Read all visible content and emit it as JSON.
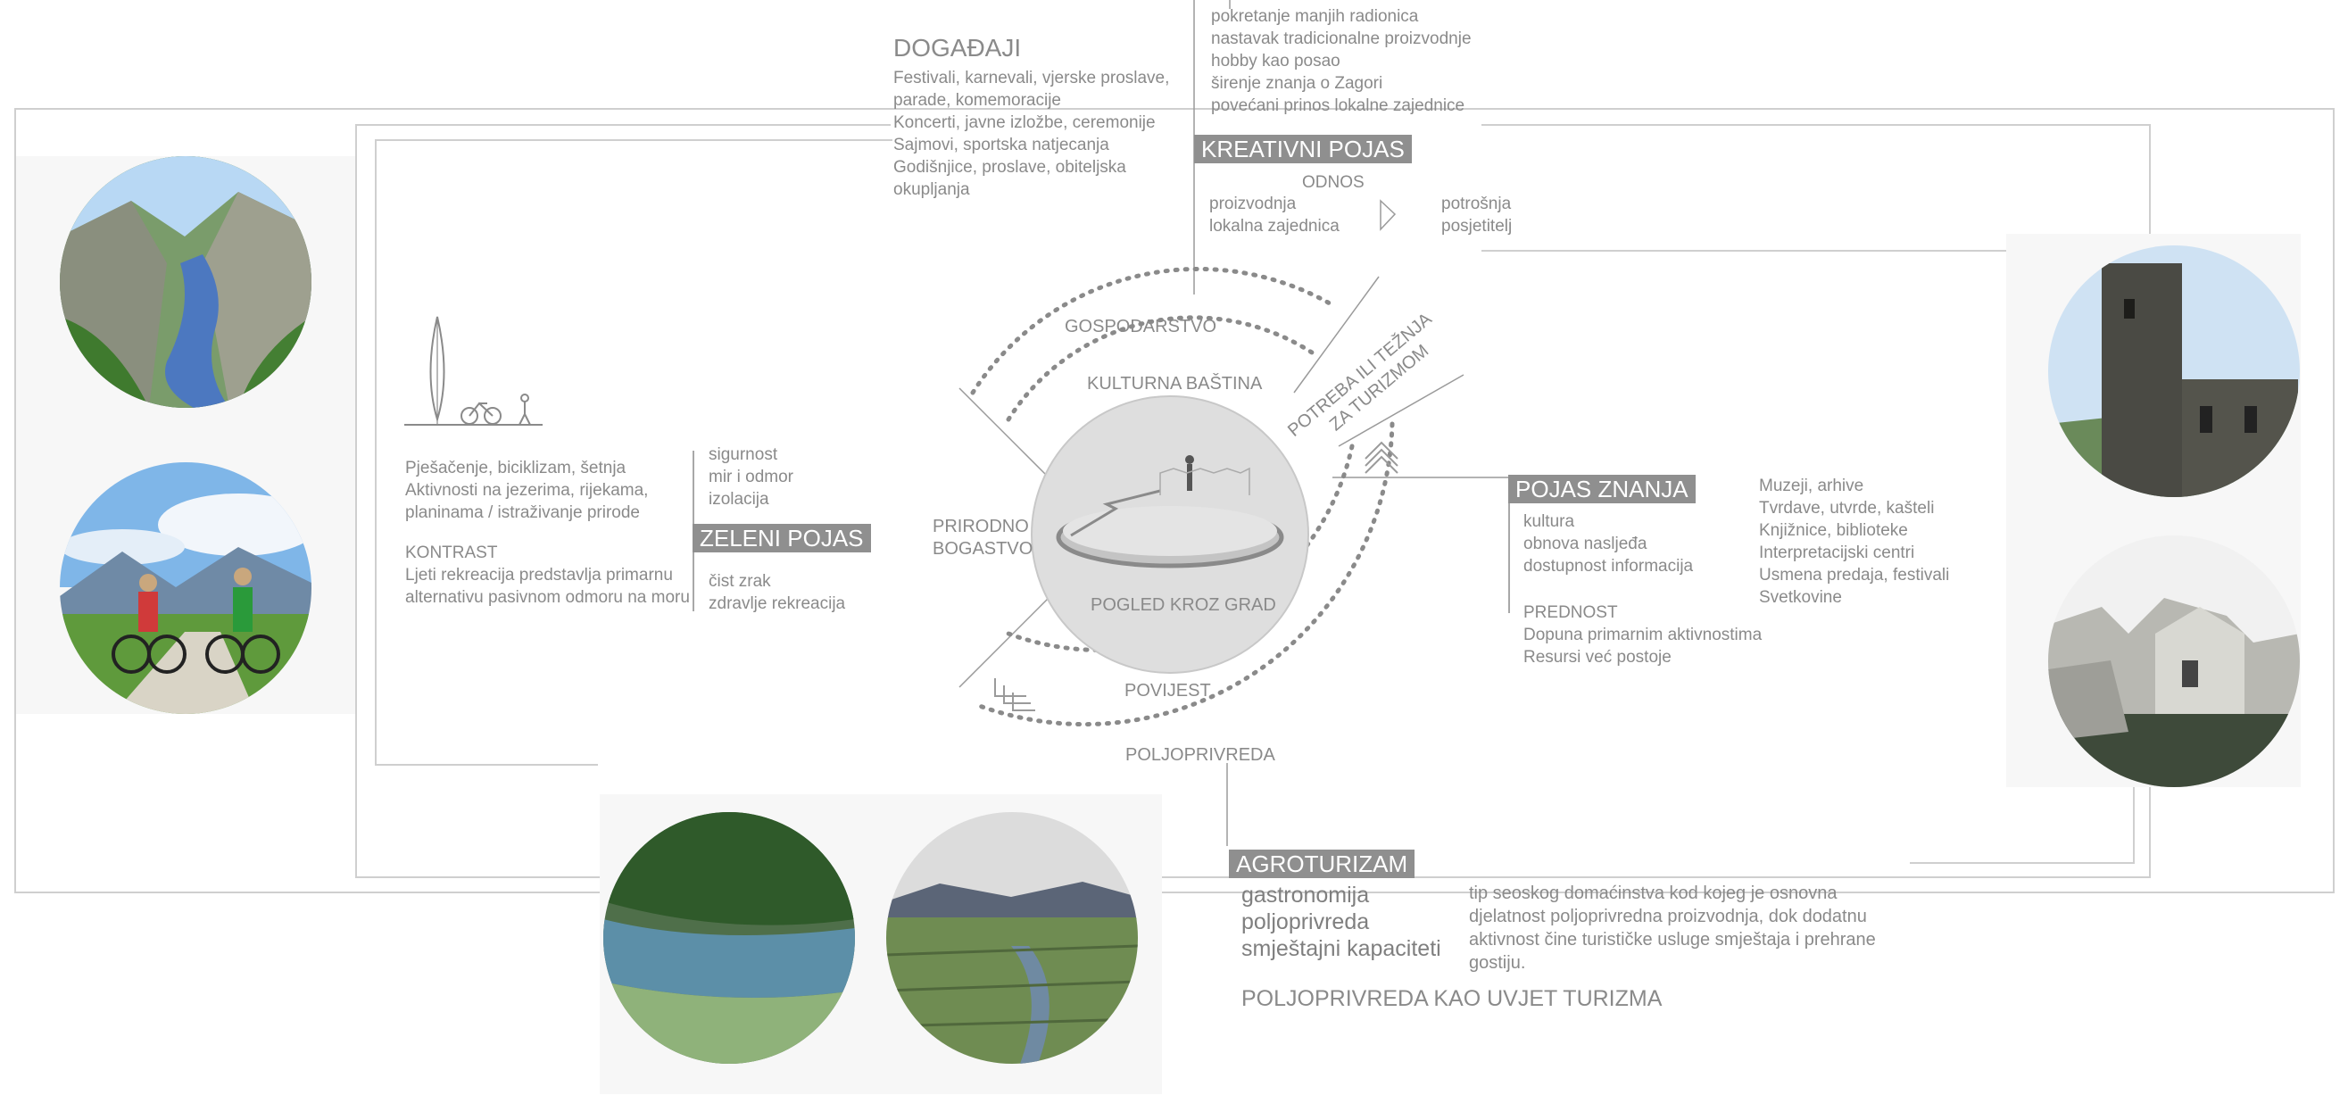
{
  "center": {
    "title": "POGLED KROZ GRAD",
    "rings": [
      "GOSPODARSTVO",
      "KULTURNA BAŠTINA",
      "POVIJEST",
      "POLJOPRIVREDA"
    ],
    "side_left": [
      "PRIRODNO",
      "BOGASTVO"
    ],
    "side_right": [
      "POTREBA ILI TEŽNJA",
      "ZA TURIZMOM"
    ]
  },
  "dogadaji": {
    "title": "DOGAĐAJI",
    "lines": [
      "Festivali, karnevali, vjerske proslave,",
      "parade, komemoracije",
      "Koncerti, javne izložbe, ceremonije",
      "Sajmovi, sportska natjecanja",
      "Godišnjice, proslave, obiteljska",
      "okupljanja"
    ]
  },
  "kreativni": {
    "lines_top": [
      "pokretanje manjih radionica",
      "nastavak tradicionalne proizvodnje",
      "hobby kao posao",
      "širenje znanja o Zagori",
      "povećani prinos lokalne zajednice"
    ],
    "label": "KREATIVNI POJAS",
    "odnos": "ODNOS",
    "left": [
      "proizvodnja",
      "lokalna zajednica"
    ],
    "right": [
      "potrošnja",
      "posjetitelj"
    ]
  },
  "zeleni": {
    "label": "ZELENI POJAS",
    "activities": [
      "Pješačenje, biciklizam, šetnja",
      "Aktivnosti na jezerima, rijekama,",
      "planinama / istraživanje prirode"
    ],
    "kontrast_title": "KONTRAST",
    "kontrast": [
      "Ljeti rekreacija predstavlja primarnu",
      "alternativu pasivnom odmoru na moru"
    ],
    "top": [
      "sigurnost",
      "mir i odmor",
      "izolacija"
    ],
    "bottom": [
      "čist zrak",
      "zdravlje rekreacija"
    ]
  },
  "znanja": {
    "label": "POJAS ZNANJA",
    "items": [
      "kultura",
      "obnova nasljeđa",
      "dostupnost informacija"
    ],
    "prednost_title": "PREDNOST",
    "prednost": [
      "Dopuna primarnim aktivnostima",
      "Resursi već postoje"
    ],
    "right": [
      "Muzeji, arhive",
      "Tvrdave, utvrde, kašteli",
      "Knjižnice, biblioteke",
      "Interpretacijski centri",
      "Usmena predaja, festivali",
      "Svetkovine"
    ]
  },
  "agro": {
    "label": "AGROTURIZAM",
    "items": [
      "gastronomija",
      "poljoprivreda",
      "smještajni kapaciteti"
    ],
    "desc": [
      "tip seoskog domaćinstva kod kojeg je osnovna",
      "djelatnost poljoprivredna proizvodnja, dok dodatnu",
      "aktivnost čine turističke usluge smještaja i prehrane",
      "gostiju."
    ],
    "footer": "POLJOPRIVREDA KAO UVJET TURIZMA"
  },
  "colors": {
    "label_bg": "#8f8f8f",
    "text": "#8a8a8a",
    "frame": "#cfcfcf"
  },
  "icons": [
    "cypress-tree-icon",
    "bicycle-icon",
    "walking-person-icon",
    "chevron-up-icon",
    "chevron-corner-icon",
    "arrow-right-icon"
  ]
}
